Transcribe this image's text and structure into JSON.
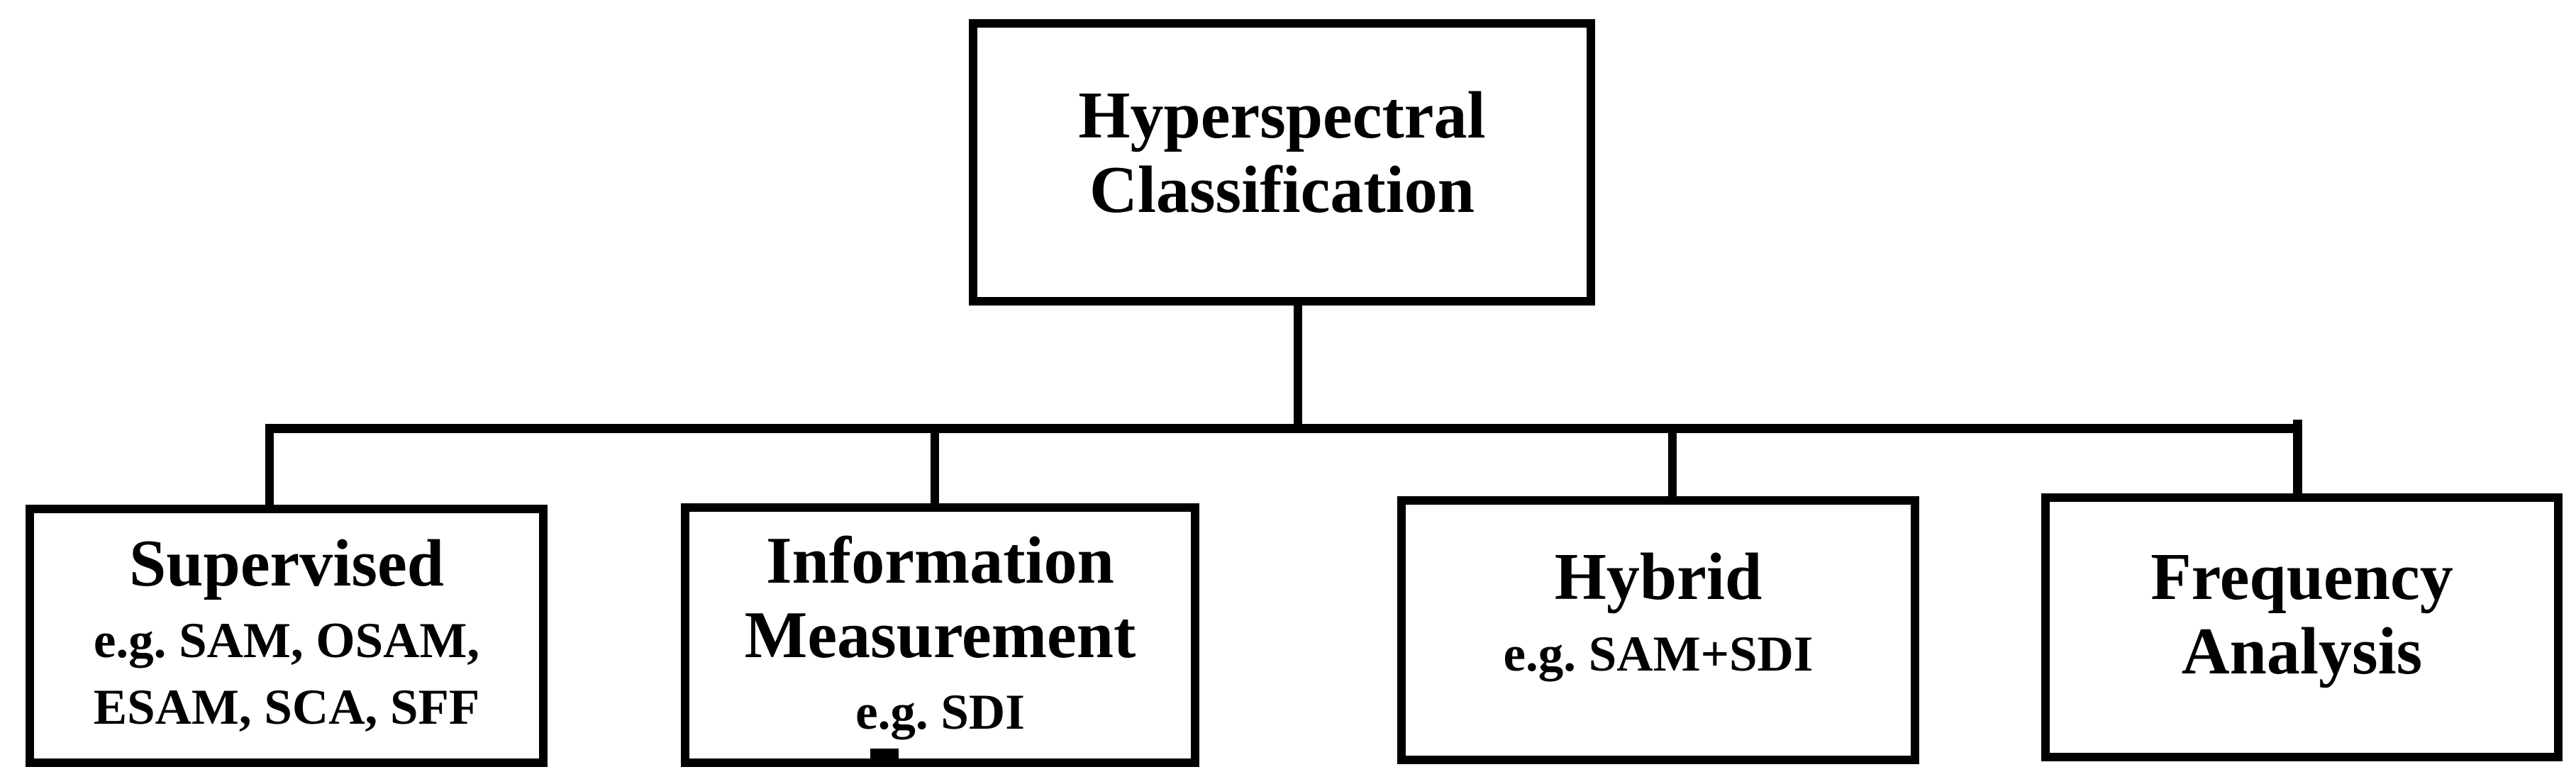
{
  "root_box": {
    "line1": "Hyperspectral",
    "line2": "Classification"
  },
  "child_boxes": [
    {
      "id": "supervised",
      "title_lines": [
        "Supervised"
      ],
      "example_lines": [
        "e.g. SAM, OSAM,",
        "ESAM, SCA, SFF"
      ]
    },
    {
      "id": "information-measurement",
      "title_lines": [
        "Information",
        "Measurement"
      ],
      "example_lines": [
        "e.g. SDI"
      ]
    },
    {
      "id": "hybrid",
      "title_lines": [
        "Hybrid"
      ],
      "example_lines": [
        "e.g. SAM+SDI"
      ]
    },
    {
      "id": "frequency-analysis",
      "title_lines": [
        "Frequency",
        "Analysis"
      ],
      "example_lines": []
    }
  ],
  "colors": {
    "line": "#000000",
    "text": "#000000",
    "background": "#ffffff"
  }
}
